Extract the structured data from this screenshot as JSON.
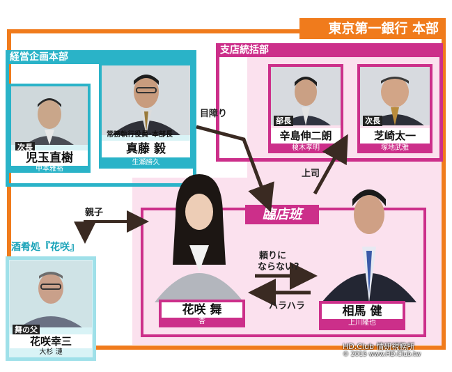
{
  "groups": {
    "bank": "東京第一銀行 本部",
    "planning": "経営企画本部",
    "branch": "支店統括部",
    "rinten": "臨店班",
    "bar": "酒肴処『花咲』"
  },
  "people": [
    {
      "id": "kodama",
      "role": "次長",
      "name": "児玉直樹",
      "actor": "甲本雅裕"
    },
    {
      "id": "mato",
      "role": "常務執行役員･本部長",
      "name": "真藤 毅",
      "actor": "生瀬勝久"
    },
    {
      "id": "karashima",
      "role": "部長",
      "name": "辛島伸二朗",
      "actor": "榎木孝明"
    },
    {
      "id": "shibasaki",
      "role": "次長",
      "name": "芝崎太一",
      "actor": "塚地武雅"
    },
    {
      "id": "hanasaki_mai",
      "role": "",
      "name": "花咲 舞",
      "actor": "杏"
    },
    {
      "id": "aima",
      "role": "",
      "name": "相馬 健",
      "actor": "上川隆也"
    },
    {
      "id": "kozo",
      "role": "舞の父",
      "name": "花咲幸三",
      "actor": "大杉 漣"
    }
  ],
  "relations": {
    "medzawari": "目障り",
    "oyako": "親子",
    "joushi": "上司",
    "tayori_1": "頼りに",
    "tayori_2": "ならない?",
    "harahara": "ハラハラ"
  },
  "watermark": {
    "line1": "HD.Club 情研視務所",
    "line2": "© 2015 www.HD.Club.tw"
  },
  "colors": {
    "orange": "#f07b1c",
    "teal": "#2ab3c8",
    "magenta": "#cc2f8a",
    "pink_bg": "#fbe1ee",
    "light_teal_bg": "#d9f3f6"
  }
}
